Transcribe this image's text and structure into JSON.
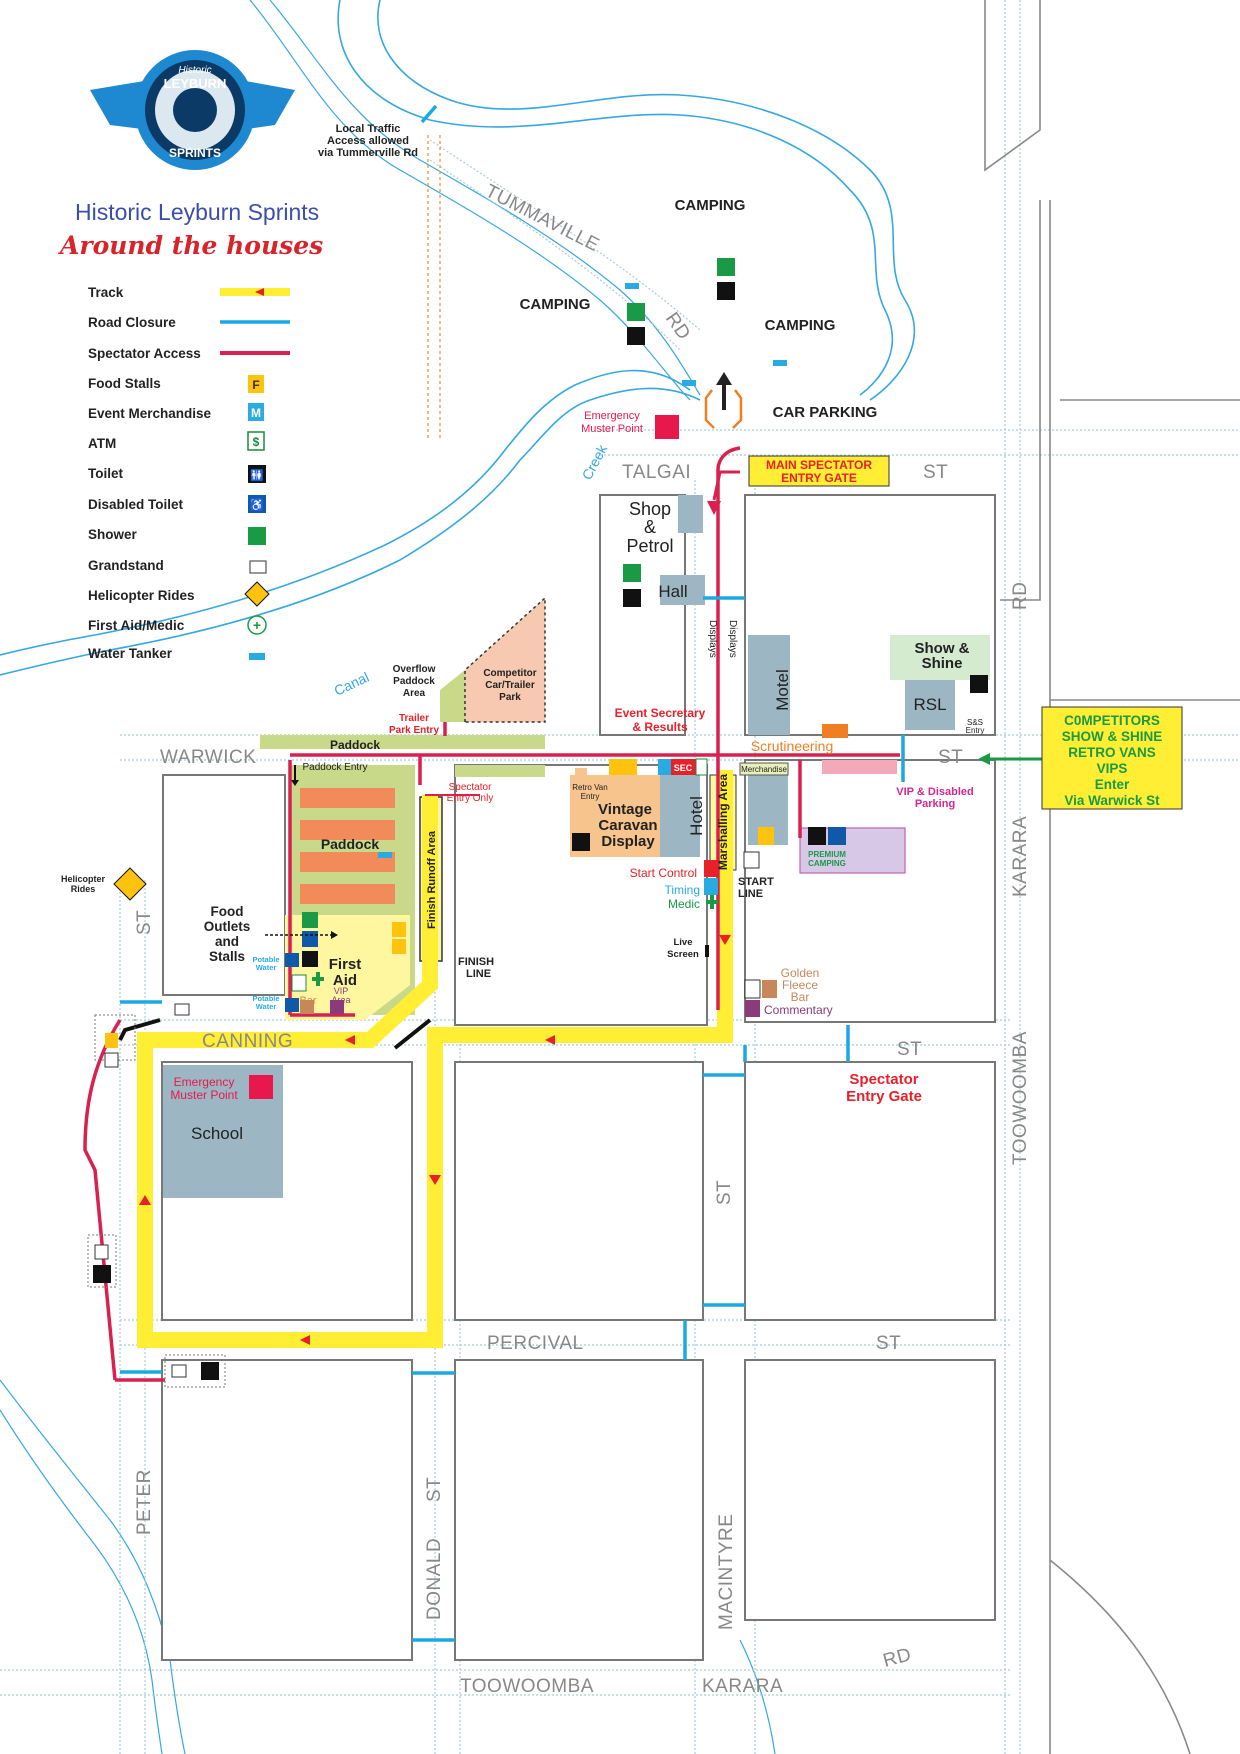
{
  "logo": {
    "top_text": "Historic",
    "name": "LEYBURN",
    "sub": "SPRINTS"
  },
  "title": "Historic  Leyburn  Sprints",
  "subtitle": "Around the houses",
  "legend": [
    {
      "label": "Track",
      "icon": "track-line"
    },
    {
      "label": "Road Closure",
      "icon": "road-closure-line"
    },
    {
      "label": "Spectator Access",
      "icon": "spectator-access-line"
    },
    {
      "label": "Food Stalls",
      "icon": "food-stall-icon",
      "glyph": "F"
    },
    {
      "label": "Event Merchandise",
      "icon": "merchandise-icon",
      "glyph": "M"
    },
    {
      "label": "ATM",
      "icon": "atm-icon",
      "glyph": "$"
    },
    {
      "label": "Toilet",
      "icon": "toilet-icon",
      "glyph": "🚻"
    },
    {
      "label": "Disabled Toilet",
      "icon": "disabled-toilet-icon",
      "glyph": "♿"
    },
    {
      "label": "Shower",
      "icon": "shower-icon"
    },
    {
      "label": "Grandstand",
      "icon": "grandstand-icon"
    },
    {
      "label": "Helicopter Rides",
      "icon": "helicopter-icon"
    },
    {
      "label": "First Aid/Medic",
      "icon": "first-aid-icon",
      "glyph": "+"
    },
    {
      "label": "Water Tanker",
      "icon": "water-tanker-icon"
    }
  ],
  "colors": {
    "track": "#ffee33",
    "track_arrow": "#e8202a",
    "road_closure": "#1ba9e1",
    "spectator_access": "#d9204f",
    "road": "#9fc8da",
    "creek": "#35a8e0",
    "building": "#9db6c3",
    "paddock_green": "#c9d98a",
    "competitor_park": "#f7c9b0",
    "caravan": "#f6c48c",
    "show_shine": "#d4ebd0",
    "premium_camping": "#d7c8e8"
  },
  "labels": {
    "local_traffic": [
      "Local Traffic",
      "Access allowed",
      "via Tummerville Rd"
    ],
    "camping_1": "CAMPING",
    "camping_2": "CAMPING",
    "camping_3": "CAMPING",
    "car_parking": "CAR PARKING",
    "muster_1": [
      "Emergency",
      "Muster Point"
    ],
    "muster_2": [
      "Emergency",
      "Muster Point"
    ],
    "main_gate": [
      "MAIN SPECTATOR",
      "ENTRY GATE"
    ],
    "shop": [
      "Shop",
      "&",
      "Petrol"
    ],
    "hall": "Hall",
    "displays_1": "Displays",
    "displays_2": "Displays",
    "motel": "Motel",
    "show_shine": [
      "Show &",
      "Shine"
    ],
    "rsl": "RSL",
    "ss_entry": [
      "S&S",
      "Entry"
    ],
    "competitors": [
      "C0MPETITORS",
      "SHOW & SHINE",
      "RETRO VANS",
      "VIPS",
      "Enter",
      "Via Warwick St"
    ],
    "overflow": [
      "Overflow",
      "Paddock",
      "Area"
    ],
    "competitor_park": [
      "Competitor",
      "Car/Trailer",
      "Park"
    ],
    "trailer_entry": [
      "Trailer",
      "Park Entry"
    ],
    "event_secretary": [
      "Event Secretary",
      "& Results"
    ],
    "scrutineering": "Scrutineering",
    "paddock_top": "Paddock",
    "paddock_entry": "Paddock Entry",
    "spectator_entry_only": [
      "Spectator",
      "Entry Only"
    ],
    "retro_van": [
      "Retro Van",
      "Entry"
    ],
    "vintage": [
      "Vintage",
      "Caravan",
      "Display"
    ],
    "hotel": "Hotel",
    "marshalling": "Marshalling Area",
    "merchandise": "Merchandise",
    "vip_parking": [
      "VIP & Disabled",
      "Parking"
    ],
    "premium_camping": [
      "PREMIUM",
      "CAMPING"
    ],
    "sec": "SEC",
    "start_control": "Start Control",
    "timing": "Timing",
    "medic": "Medic",
    "start_line": [
      "START",
      "LINE"
    ],
    "live_screen": [
      "Live",
      "Screen"
    ],
    "golden_fleece": [
      "Golden",
      "Fleece",
      "Bar"
    ],
    "commentary": "Commentary",
    "paddock": "Paddock",
    "finish_runoff": "Finish Runoff Area",
    "finish_line": [
      "FINISH",
      "LINE"
    ],
    "food_outlets": [
      "Food",
      "Outlets",
      "and",
      "Stalls"
    ],
    "first_aid": [
      "First",
      "Aid"
    ],
    "potable_water": [
      "Potable",
      "Water"
    ],
    "bar": "Bar",
    "vip_area": [
      "VIP",
      "Area"
    ],
    "helicopter": [
      "Helicopter",
      "Rides"
    ],
    "school": "School",
    "spectator_gate": [
      "Spectator",
      "Entry Gate"
    ],
    "canal": "Canal",
    "creek": "Creek"
  },
  "streets": {
    "tummaville": "TUMMAVILLE",
    "rd_1": "RD",
    "talgai": "TALGAI",
    "st_talgai": "ST",
    "warwick": "WARWICK",
    "st_warwick": "ST",
    "canning": "CANNING",
    "st_canning": "ST",
    "percival": "PERCIVAL",
    "st_percival": "ST",
    "peter": "PETER",
    "st_peter": "ST",
    "donald": "DONALD",
    "st_donald": "ST",
    "macintyre": "MACINTYRE",
    "st_macintyre": "ST",
    "toowoomba_v": "TOOWOOMBA",
    "karara_v": "KARARA",
    "rd_v": "RD",
    "toowoomba_h": "TOOWOOMBA",
    "karara_h": "KARARA",
    "rd_h": "RD"
  }
}
